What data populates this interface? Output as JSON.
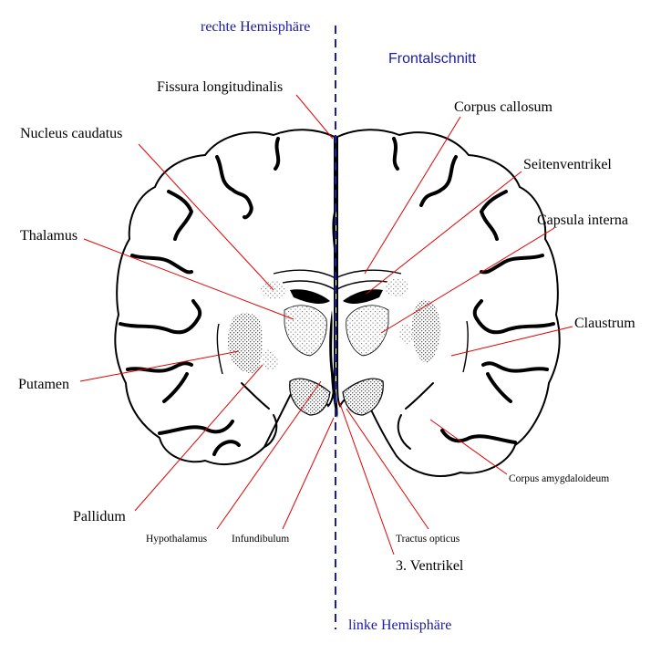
{
  "header": {
    "right_hemisphere": "rechte Hemisphäre",
    "title": "Frontalschnitt"
  },
  "footer": {
    "left_hemisphere": "linke Hemisphäre"
  },
  "labels": {
    "fissura": "Fissura longitudinalis",
    "nucleus_caudatus": "Nucleus caudatus",
    "thalamus": "Thalamus",
    "putamen": "Putamen",
    "pallidum": "Pallidum",
    "hypothalamus": "Hypothalamus",
    "infundibulum": "Infundibulum",
    "corpus_callosum": "Corpus callosum",
    "seitenventrikel": "Seitenventrikel",
    "capsula_interna": "Capsula interna",
    "claustrum": "Claustrum",
    "corpus_amygdaloideum": "Corpus amygdaloideum",
    "tractus_opticus": "Tractus opticus",
    "ventrikel3": "3. Ventrikel"
  },
  "colors": {
    "leader_line": "#e00000",
    "midline": "#1a1aa6",
    "header_text": "#1a1aa6"
  }
}
